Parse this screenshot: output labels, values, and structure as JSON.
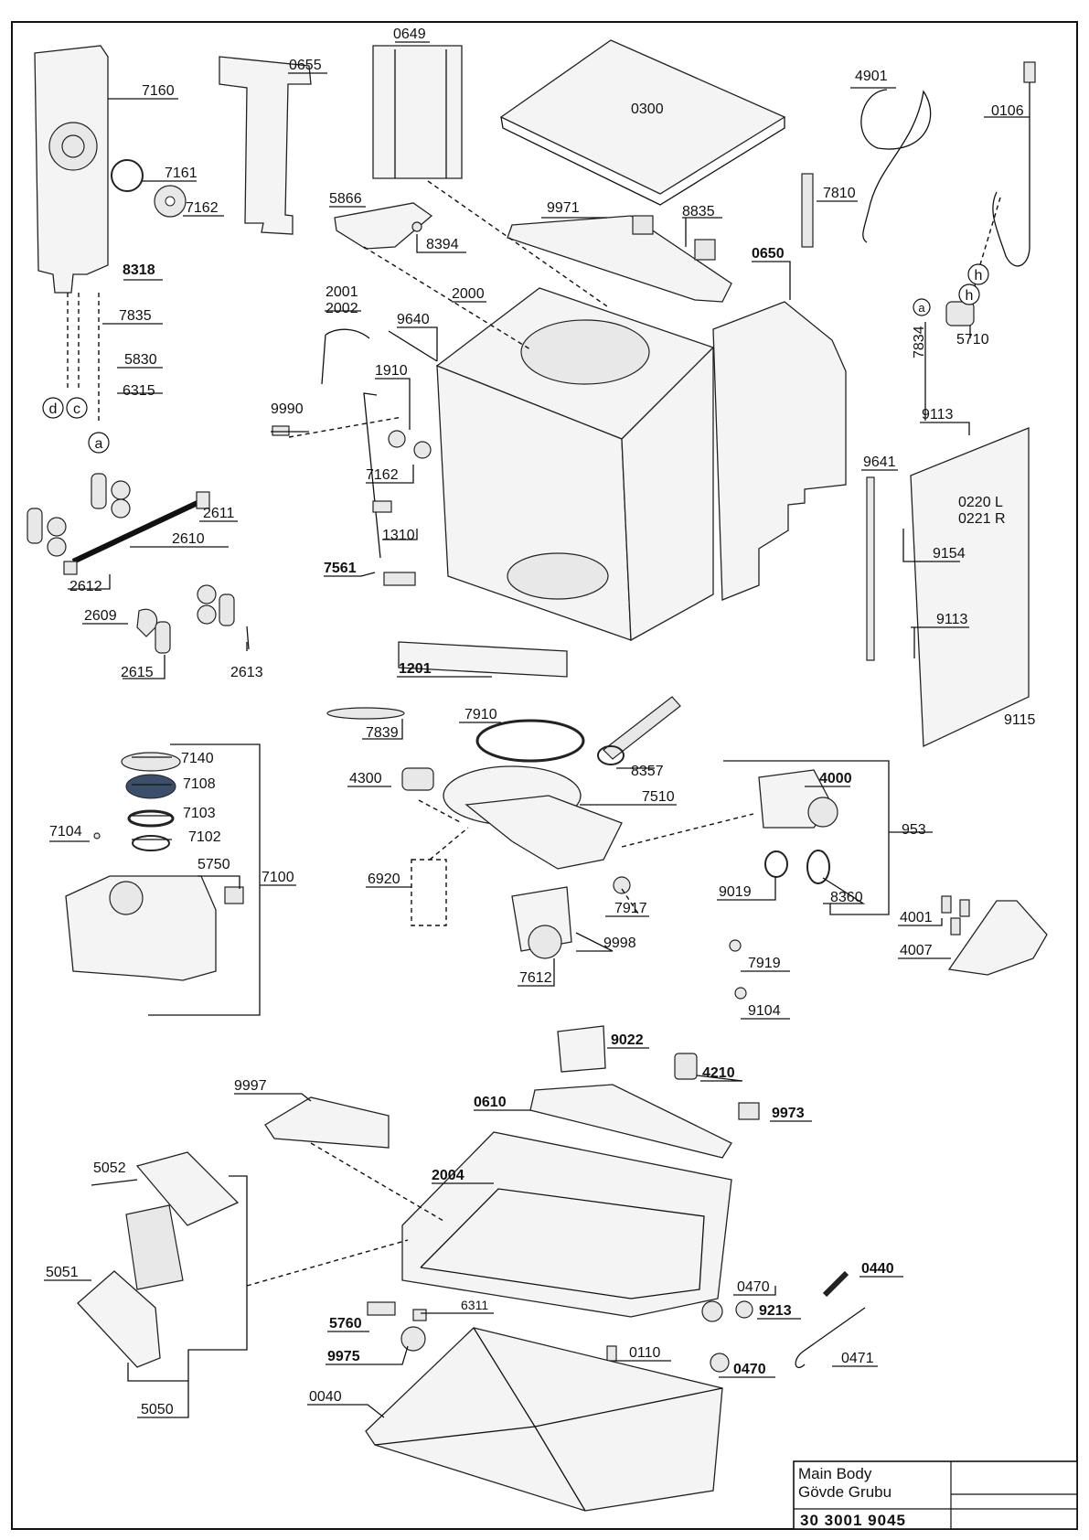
{
  "labels": [
    "0649",
    "0655",
    "0300",
    "4901",
    "0106",
    "7160",
    "7161",
    "7162",
    "5866",
    "8394",
    "9971",
    "8835",
    "7810",
    "8318",
    "7835",
    "5830",
    "6315",
    "2001",
    "2002",
    "9640",
    "2000",
    "0650",
    "1910",
    "9990",
    "7162",
    "1310",
    "7561",
    "7834",
    "5710",
    "9113",
    "9641",
    "0220 L",
    "0221 R",
    "9154",
    "9113",
    "2611",
    "2610",
    "2612",
    "2609",
    "2615",
    "2613",
    "1201",
    "9115",
    "7839",
    "7910",
    "8357",
    "4300",
    "7510",
    "4000",
    "953",
    "7140",
    "7108",
    "7103",
    "7104",
    "7102",
    "5750",
    "7100",
    "6920",
    "7917",
    "9998",
    "7612",
    "9019",
    "8360",
    "4001",
    "4007",
    "7919",
    "9104",
    "9022",
    "4210",
    "9997",
    "0610",
    "9973",
    "5052",
    "2004",
    "5051",
    "0440",
    "0470",
    "9213",
    "5760",
    "6311",
    "9975",
    "0110",
    "0470",
    "0471",
    "0040",
    "5050"
  ],
  "callouts": [
    "d",
    "c",
    "a",
    "h",
    "h",
    "a"
  ],
  "title_block": {
    "title_en": "Main Body",
    "title_tr": "Gövde Grubu",
    "code": "30 3001 9045"
  }
}
